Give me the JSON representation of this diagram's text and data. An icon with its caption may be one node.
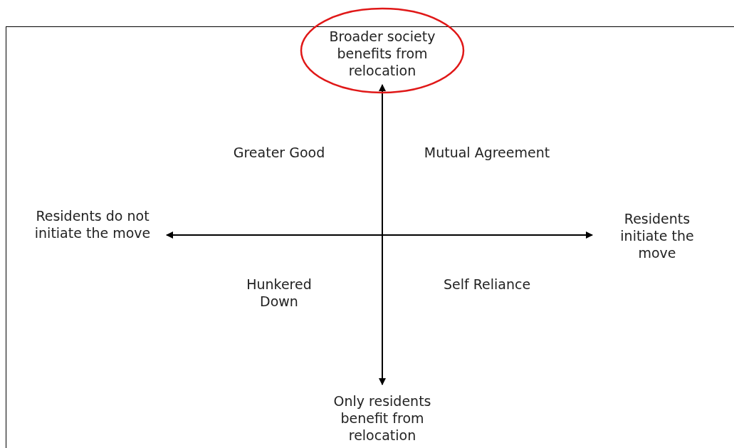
{
  "diagram": {
    "nodes": [
      {
        "text": [
          "Broader society benefits from relocation"
        ]
      }
    ],
    "labels": [
      "Greater Good",
      "Mutual Agreement",
      "Residents do not initiate the move",
      "Residents initiate the move",
      "Hunkered Down",
      "Self Reliance",
      "Only residents benefit from relocation"
    ]
  }
}
